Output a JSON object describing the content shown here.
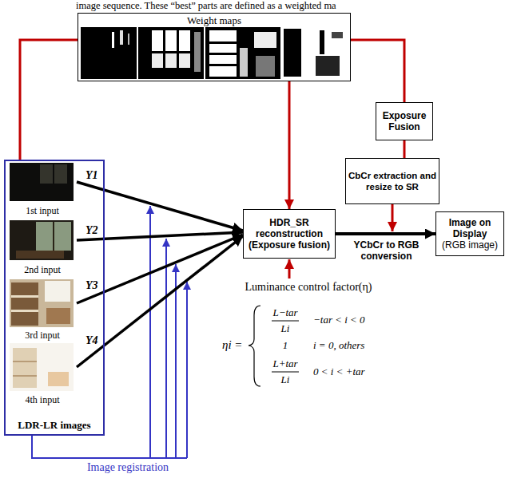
{
  "diagram": {
    "nodes": [
      {
        "text": [
          "Weight maps"
        ]
      },
      {
        "text": [
          "Exposure Fusion"
        ]
      },
      {
        "text": [
          "CbCr extraction and resize to SR"
        ]
      },
      {
        "text": [
          "HDR_SR reconstruction (Exposure fusion)"
        ]
      },
      {
        "text": [
          "Image on Display",
          "(RGB image)"
        ]
      },
      {
        "text": [
          "LDR-LR images"
        ]
      },
      {
        "text": [
          "1st input"
        ],
        "in": 5
      },
      {
        "text": [
          "2nd input"
        ],
        "in": 5
      },
      {
        "text": [
          "3rd input"
        ],
        "in": 5
      },
      {
        "text": [
          "4th input"
        ],
        "in": 5
      }
    ],
    "edges": [
      {
        "from": 5,
        "to": 0,
        "arrow": "none"
      },
      {
        "from": 0,
        "to": 1,
        "arrow": "none"
      },
      {
        "from": 1,
        "to": 2,
        "arrow": "none"
      },
      {
        "from": 0,
        "to": 3,
        "arrow": "to"
      },
      {
        "from": 6,
        "to": 3,
        "arrow": "to",
        "label": "Y1"
      },
      {
        "from": 7,
        "to": 3,
        "arrow": "to",
        "label": "Y2"
      },
      {
        "from": 8,
        "to": 3,
        "arrow": "to",
        "label": "Y3"
      },
      {
        "from": 9,
        "to": 3,
        "arrow": "to",
        "label": "Y4"
      },
      {
        "from": 3,
        "to": 4,
        "arrow": "to",
        "label": "YCbCr to RGB conversion"
      }
    ],
    "labels": [
      "image sequence. These “best” parts are defined as a weighted ma",
      "Luminance control factor(η)",
      "ηi =",
      "L−tar",
      "Li",
      "−tar < i < 0",
      "1",
      "i = 0, others",
      "L+tar",
      "Li",
      "0 < i < +tar",
      "Image registration"
    ]
  }
}
